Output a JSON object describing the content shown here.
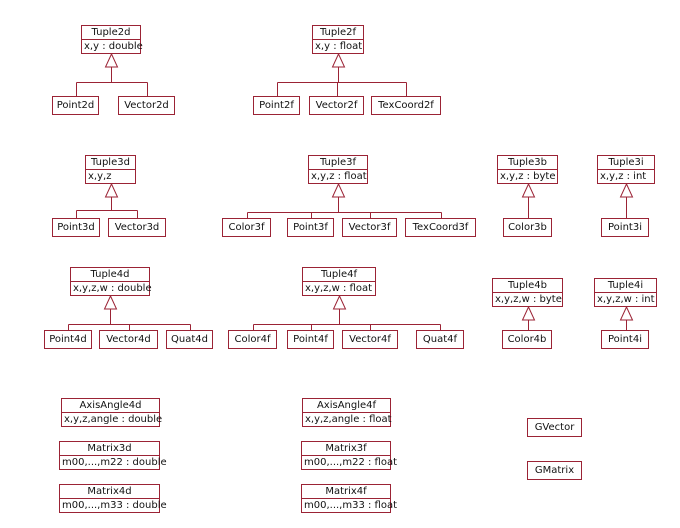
{
  "colors": {
    "border": "#9b2335",
    "line": "#9b2335",
    "text": "#111111",
    "background": "#ffffff"
  },
  "classes": {
    "tuple2d": {
      "name": "Tuple2d",
      "attr": "x,y : double"
    },
    "tuple2f": {
      "name": "Tuple2f",
      "attr": "x,y : float"
    },
    "tuple3d": {
      "name": "Tuple3d",
      "attr": "x,y,z"
    },
    "tuple3f": {
      "name": "Tuple3f",
      "attr": "x,y,z : float"
    },
    "tuple3b": {
      "name": "Tuple3b",
      "attr": "x,y,z : byte"
    },
    "tuple3i": {
      "name": "Tuple3i",
      "attr": "x,y,z : int"
    },
    "tuple4d": {
      "name": "Tuple4d",
      "attr": "x,y,z,w : double"
    },
    "tuple4f": {
      "name": "Tuple4f",
      "attr": "x,y,z,w : float"
    },
    "tuple4b": {
      "name": "Tuple4b",
      "attr": "x,y,z,w : byte"
    },
    "tuple4i": {
      "name": "Tuple4i",
      "attr": "x,y,z,w : int"
    },
    "axisangle4d": {
      "name": "AxisAngle4d",
      "attr": "x,y,z,angle : double"
    },
    "axisangle4f": {
      "name": "AxisAngle4f",
      "attr": "x,y,z,angle : float"
    },
    "matrix3d": {
      "name": "Matrix3d",
      "attr": "m00,...,m22 : double"
    },
    "matrix3f": {
      "name": "Matrix3f",
      "attr": "m00,...,m22 : float"
    },
    "matrix4d": {
      "name": "Matrix4d",
      "attr": "m00,...,m33 : double"
    },
    "matrix4f": {
      "name": "Matrix4f",
      "attr": "m00,...,m33 : float"
    }
  },
  "leaves": {
    "point2d": "Point2d",
    "vector2d": "Vector2d",
    "point2f": "Point2f",
    "vector2f": "Vector2f",
    "texcoord2f": "TexCoord2f",
    "point3d": "Point3d",
    "vector3d": "Vector3d",
    "color3f": "Color3f",
    "point3f": "Point3f",
    "vector3f": "Vector3f",
    "texcoord3f": "TexCoord3f",
    "color3b": "Color3b",
    "point3i": "Point3i",
    "point4d": "Point4d",
    "vector4d": "Vector4d",
    "quat4d": "Quat4d",
    "color4f": "Color4f",
    "point4f": "Point4f",
    "vector4f": "Vector4f",
    "quat4f": "Quat4f",
    "color4b": "Color4b",
    "point4i": "Point4i",
    "gvector": "GVector",
    "gmatrix": "GMatrix"
  }
}
